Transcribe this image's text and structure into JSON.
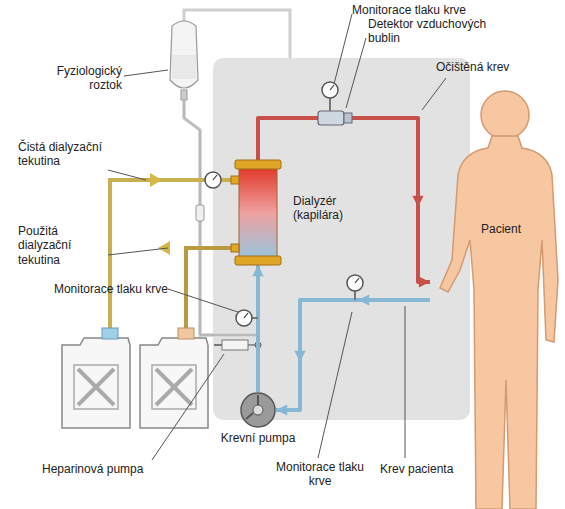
{
  "diagram": {
    "nodes": [
      {
        "text": [
          "Dialyzér (kapilára)"
        ]
      },
      {
        "text": [
          "Pacient"
        ]
      },
      {
        "text": [
          "Krevní pumpa"
        ]
      }
    ],
    "edges": [
      {
        "from": 2,
        "to": 0,
        "arrow": "to"
      },
      {
        "from": 0,
        "to": 1,
        "arrow": "to"
      },
      {
        "from": 1,
        "to": 2,
        "arrow": "to"
      }
    ],
    "labels": [
      "Fyziologický roztok",
      "Monitorace tlaku krve",
      "Detektor vzduchových bublin",
      "Očištěná krev",
      "Čistá dialyzační tekutina",
      "Použitá dialyzační tekutina",
      "Monitorace tlaku krve",
      "Heparinová pumpa",
      "Monitorace tlaku krve",
      "Krev pacienta"
    ]
  }
}
